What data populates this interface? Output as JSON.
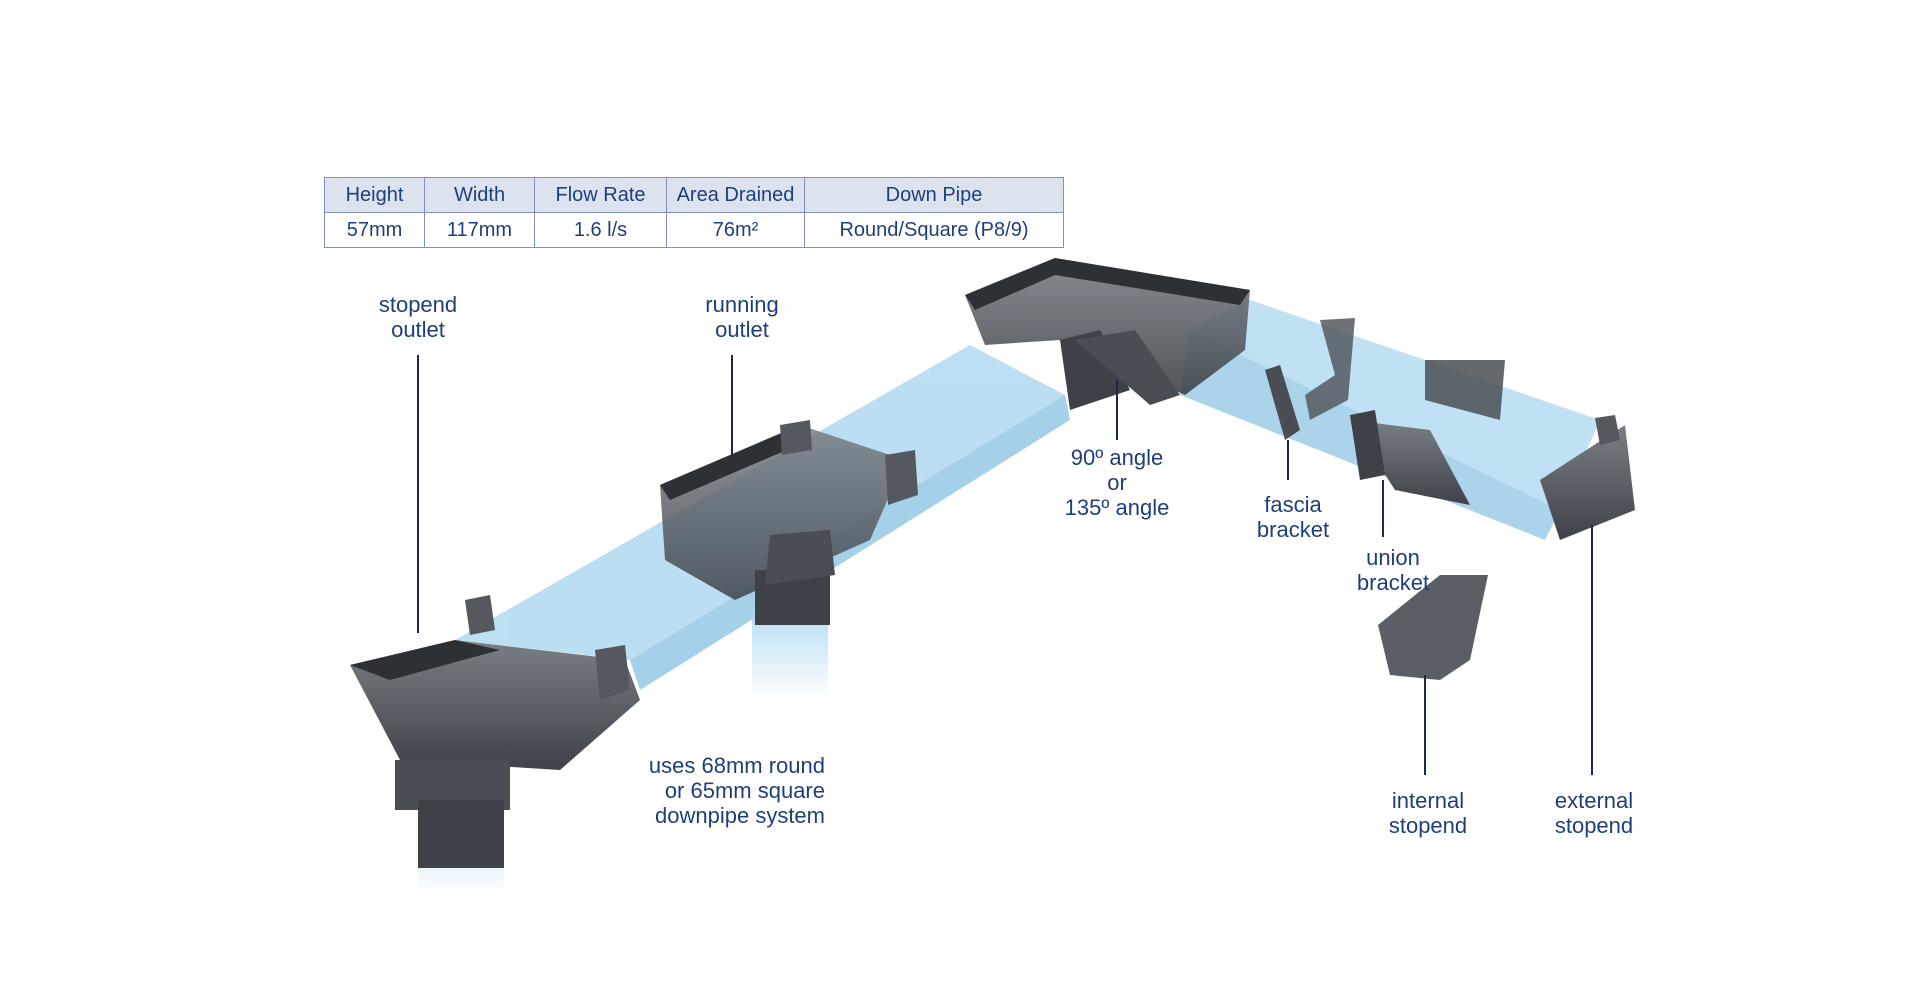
{
  "spec_table": {
    "headers": [
      "Height",
      "Width",
      "Flow Rate",
      "Area Drained",
      "Down Pipe"
    ],
    "row": [
      "57mm",
      "117mm",
      "1.6 l/s",
      "76m²",
      "Round/Square (P8/9)"
    ]
  },
  "labels": {
    "stopend_outlet": [
      "stopend",
      "outlet"
    ],
    "running_outlet": [
      "running",
      "outlet"
    ],
    "angle": [
      "90º angle",
      "or",
      "135º angle"
    ],
    "fascia_bracket": [
      "fascia",
      "bracket"
    ],
    "union_bracket": [
      "union",
      "bracket"
    ],
    "downpipe_note": [
      "uses 68mm round",
      "or 65mm square",
      "downpipe system"
    ],
    "internal_stopend": [
      "internal",
      "stopend"
    ],
    "external_stopend": [
      "external",
      "stopend"
    ]
  },
  "colors": {
    "text": "#1f3f7a",
    "table_border": "#7f8fbf",
    "table_header_bg": "#dde2ef",
    "gutter_grey": "#5a5f66",
    "water_blue": "#a9d6ef"
  }
}
